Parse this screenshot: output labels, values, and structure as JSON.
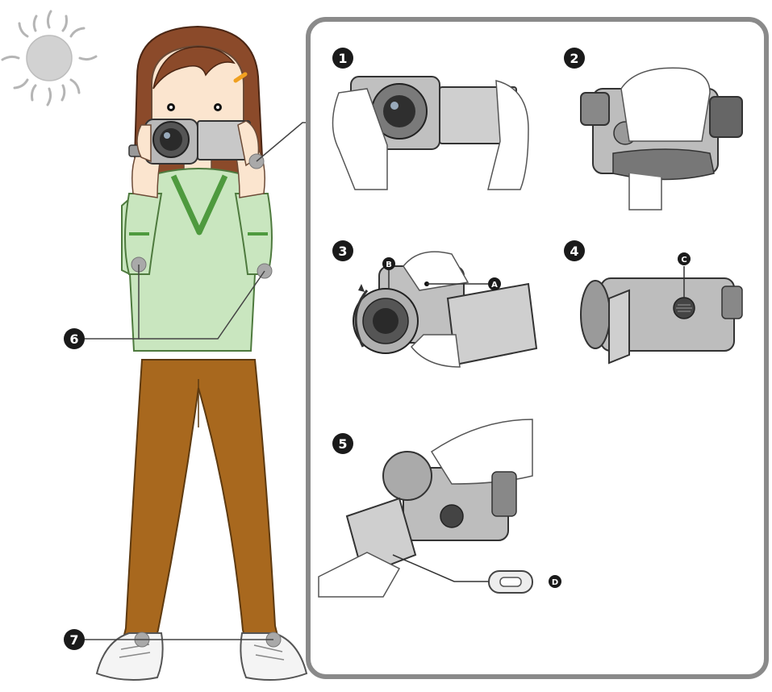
{
  "steps": [
    {
      "label": "1"
    },
    {
      "label": "2"
    },
    {
      "label": "3"
    },
    {
      "label": "4"
    },
    {
      "label": "5"
    },
    {
      "label": "6"
    },
    {
      "label": "7"
    }
  ],
  "callouts": [
    {
      "label": "A"
    },
    {
      "label": "B"
    },
    {
      "label": "C"
    },
    {
      "label": "D"
    }
  ],
  "colors": {
    "panel_border": "#8a8a8a",
    "shirt": "#c9e6bf",
    "shirt_trim": "#4e9a3e",
    "pants": "#a8681e",
    "hair": "#8b4a2a",
    "camera_body": "#b8b8b8",
    "badge": "#1a1a1a",
    "sun": "#d0d0d0"
  }
}
